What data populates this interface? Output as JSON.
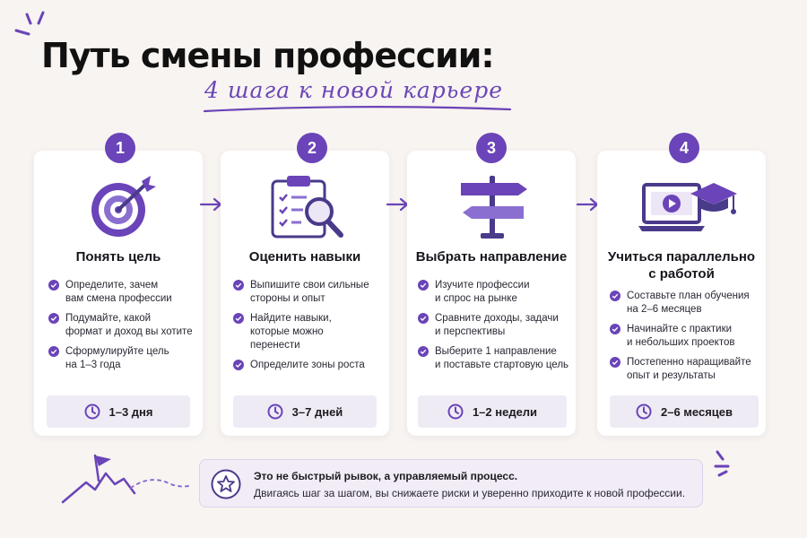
{
  "header": {
    "title": "Путь смены профессии:",
    "subtitle": "4 шага к новой карьере"
  },
  "colors": {
    "accent": "#6a44b8",
    "accent_light": "#8b6fd0",
    "background": "#f8f4f1",
    "duration_bg": "#efebf4"
  },
  "steps": [
    {
      "number": "1",
      "icon": "target-icon",
      "title_lines": [
        "Понять цель"
      ],
      "items": [
        [
          "Определите, зачем",
          "вам смена профессии"
        ],
        [
          "Подумайте, какой",
          "формат и доход вы хотите"
        ],
        [
          "Сформулируйте цель",
          "на 1–3 года"
        ]
      ],
      "duration": "1–3 дня"
    },
    {
      "number": "2",
      "icon": "clipboard-checklist-icon",
      "title_lines": [
        "Оценить навыки"
      ],
      "items": [
        [
          "Выпишите свои сильные",
          "стороны и опыт"
        ],
        [
          "Найдите навыки,",
          "которые можно",
          "перенести"
        ],
        [
          "Определите зоны роста"
        ]
      ],
      "duration": "3–7 дней"
    },
    {
      "number": "3",
      "icon": "signpost-icon",
      "title_lines": [
        "Выбрать направление"
      ],
      "items": [
        [
          "Изучите профессии",
          "и спрос на рынке"
        ],
        [
          "Сравните доходы, задачи",
          "и перспективы"
        ],
        [
          "Выберите 1 направление",
          "и поставьте стартовую цель"
        ]
      ],
      "duration": "1–2 недели"
    },
    {
      "number": "4",
      "icon": "laptop-graduation-icon",
      "title_lines": [
        "Учиться параллельно",
        "с работой"
      ],
      "items": [
        [
          "Составьте план обучения",
          "на 2–6 месяцев"
        ],
        [
          "Начинайте с практики",
          "и небольших проектов"
        ],
        [
          "Постепенно наращивайте",
          "опыт и результаты"
        ]
      ],
      "duration": "2–6 месяцев"
    }
  ],
  "footer": {
    "icon": "star-icon",
    "headline": "Это не быстрый рывок, а управляемый процесс.",
    "text": "Двигаясь шаг за шагом, вы снижаете риски и уверенно приходите к новой профессии."
  }
}
